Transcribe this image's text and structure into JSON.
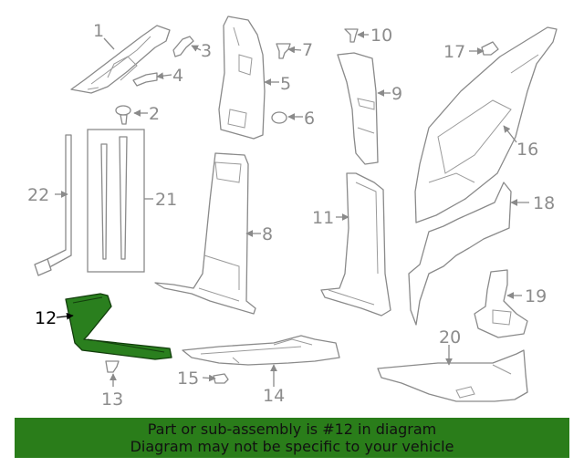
{
  "callouts": [
    "1",
    "2",
    "3",
    "4",
    "5",
    "6",
    "7",
    "8",
    "9",
    "10",
    "11",
    "12",
    "13",
    "14",
    "15",
    "16",
    "17",
    "18",
    "19",
    "20",
    "21",
    "22"
  ],
  "highlighted_part": "12",
  "colors": {
    "highlight": "#2a7f1e",
    "banner": "#2a7d1a",
    "line_art": "#8a8a8a"
  },
  "banner": {
    "line1": "Part or sub-assembly is #12 in diagram",
    "line2": "Diagram may not be specific to your vehicle"
  }
}
